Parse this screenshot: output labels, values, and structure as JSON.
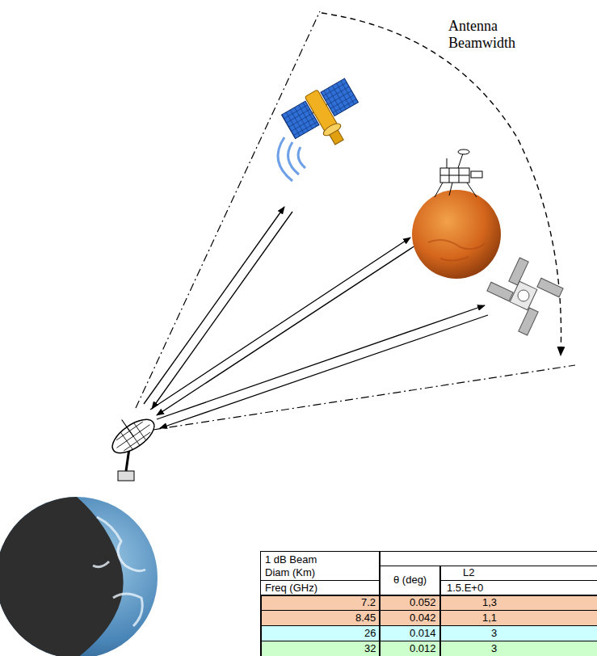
{
  "diagram": {
    "labels": [
      "Antenna Beamwidth",
      "1 dB Beam Diam (Km)",
      "θ (deg)",
      "L2",
      "Freq (GHz)",
      "1.5.E+0",
      "7.2",
      "0.052",
      "1,3",
      "8.45",
      "0.042",
      "1,1",
      "26",
      "0.014",
      "3",
      "32",
      "0.012",
      "3"
    ]
  }
}
